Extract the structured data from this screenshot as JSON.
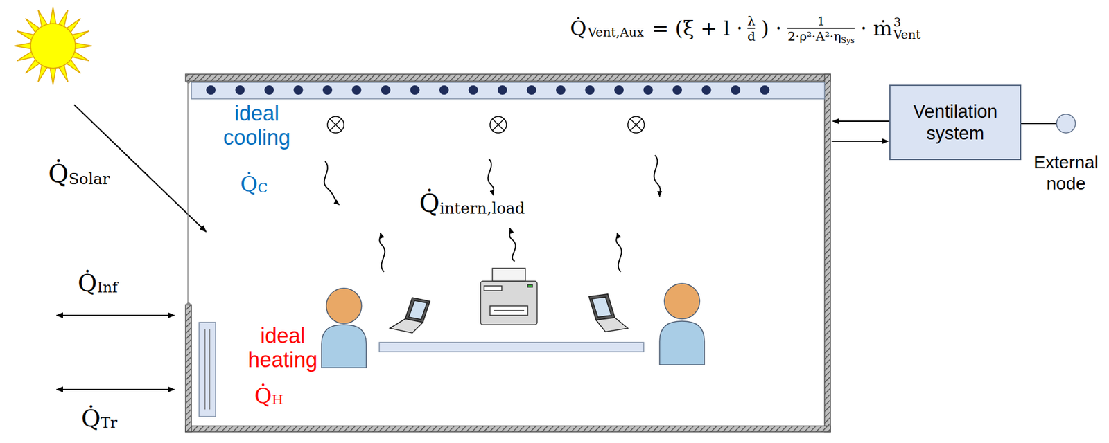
{
  "diagram": {
    "nodes": [
      {
        "text": [
          "Ventilation system"
        ]
      },
      {
        "text": [
          "External node"
        ]
      }
    ],
    "edges": [
      {
        "from": 0,
        "to": 1,
        "arrow": "none"
      }
    ],
    "labels": [
      "Q̇",
      "Vent,Aux",
      "= (ξ + l ·",
      "λ",
      "d",
      ") ·",
      "1",
      "2·ρ²·A²·η",
      "Sys",
      "· ṁ",
      "3",
      "Vent",
      "Q̇",
      "Solar",
      "ideal cooling",
      "Q̇",
      "C",
      "Q̇",
      "intern,load",
      "Q̇",
      "Inf",
      "Q̇",
      "Tr",
      "ideal heating",
      "Q̇",
      "H"
    ]
  }
}
